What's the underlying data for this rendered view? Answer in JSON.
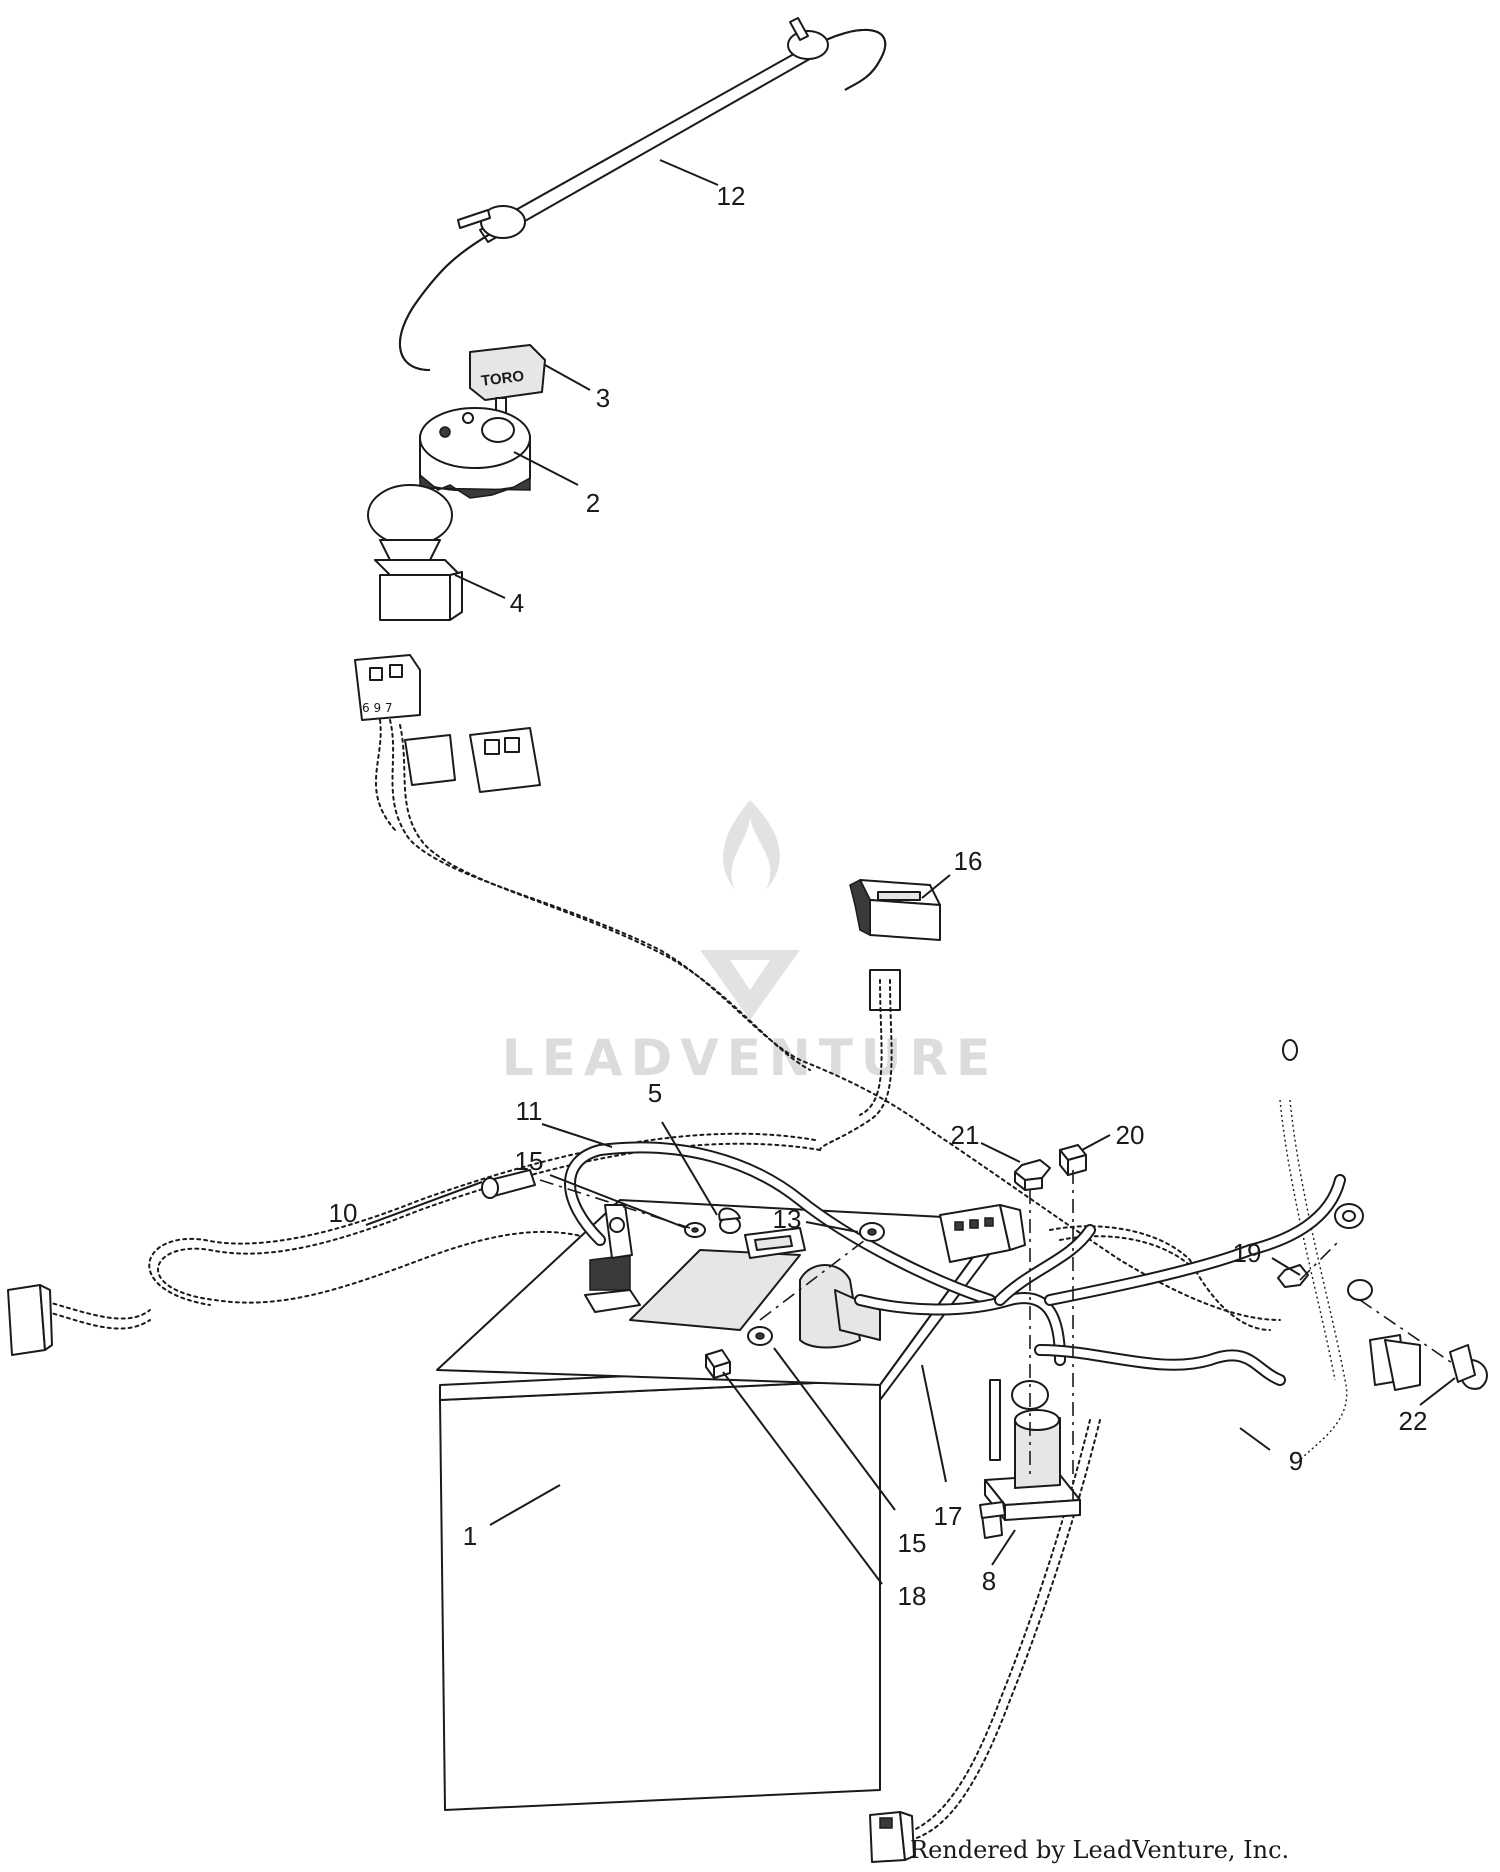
{
  "diagram": {
    "callouts": [
      {
        "id": "1",
        "label": "1"
      },
      {
        "id": "2",
        "label": "2"
      },
      {
        "id": "3",
        "label": "3"
      },
      {
        "id": "4",
        "label": "4"
      },
      {
        "id": "5",
        "label": "5"
      },
      {
        "id": "8",
        "label": "8"
      },
      {
        "id": "9",
        "label": "9"
      },
      {
        "id": "10",
        "label": "10"
      },
      {
        "id": "11",
        "label": "11"
      },
      {
        "id": "12",
        "label": "12"
      },
      {
        "id": "13",
        "label": "13"
      },
      {
        "id": "15a",
        "label": "15"
      },
      {
        "id": "15b",
        "label": "15"
      },
      {
        "id": "16",
        "label": "16"
      },
      {
        "id": "17",
        "label": "17"
      },
      {
        "id": "18",
        "label": "18"
      },
      {
        "id": "19",
        "label": "19"
      },
      {
        "id": "20",
        "label": "20"
      },
      {
        "id": "21",
        "label": "21"
      },
      {
        "id": "22",
        "label": "22"
      }
    ],
    "key_brand": "TORO",
    "connector_pins": "6 9 7"
  },
  "watermark": {
    "text": "LEADVENTURE",
    "color": "#dcdcdc"
  },
  "footer": {
    "credit": "Rendered by LeadVenture, Inc."
  }
}
